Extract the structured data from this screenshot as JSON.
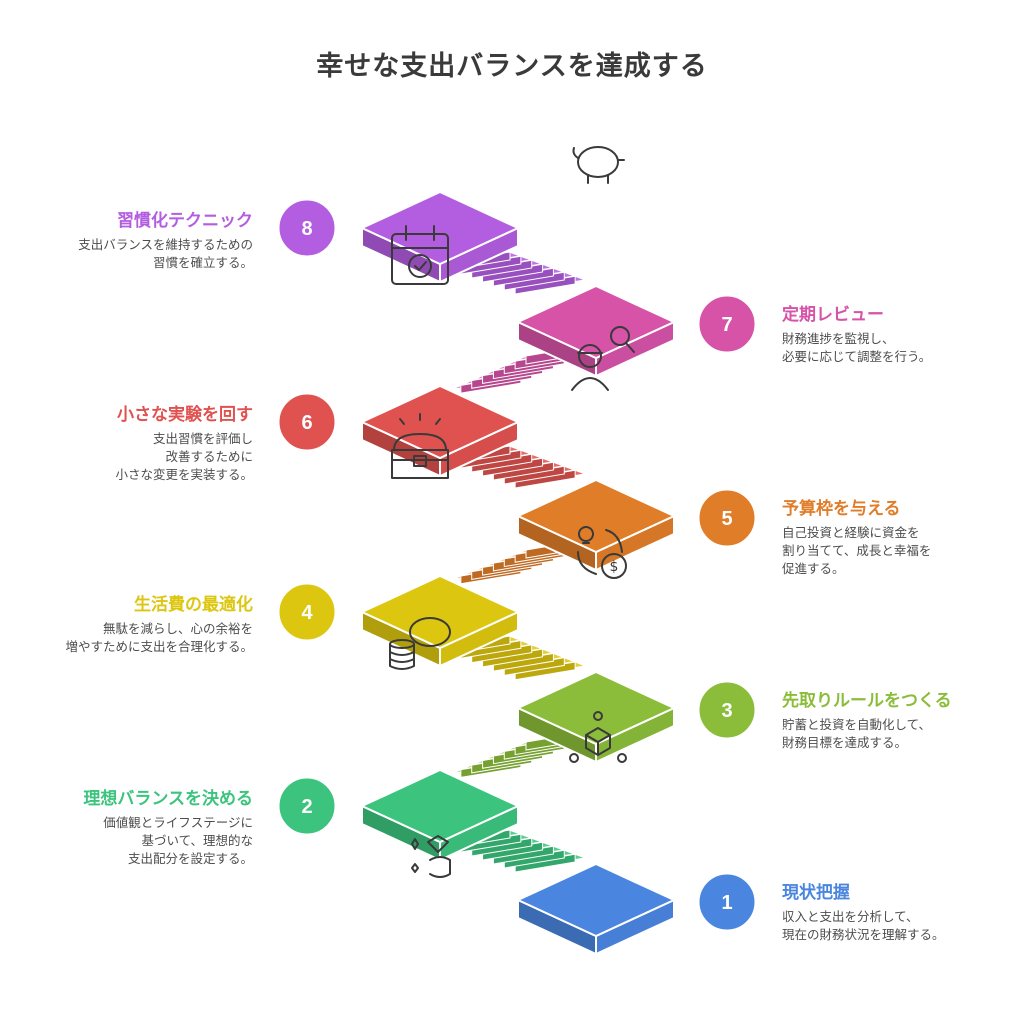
{
  "title": "幸せな支出バランスを達成する",
  "steps": [
    {
      "number": "1",
      "title": "現状把握",
      "desc": "収入と支出を分析して、\n現在の財務状況を理解する。",
      "color": "#4a86e0",
      "side": "right",
      "icon": "diamond-hand-icon"
    },
    {
      "number": "2",
      "title": "理想バランスを決める",
      "desc": "価値観とライフステージに\n基づいて、理想的な\n支出配分を設定する。",
      "color": "#3cc47e",
      "side": "left",
      "icon": "network-cube-icon"
    },
    {
      "number": "3",
      "title": "先取りルールをつくる",
      "desc": "貯蓄と投資を自動化して、\n財務目標を達成する。",
      "color": "#8bbd3a",
      "side": "right",
      "icon": "piggy-coins-icon"
    },
    {
      "number": "4",
      "title": "生活費の最適化",
      "desc": "無駄を減らし、心の余裕を\n増やすために支出を合理化する。",
      "color": "#ddc60f",
      "side": "left",
      "icon": "idea-money-cycle-icon"
    },
    {
      "number": "5",
      "title": "予算枠を与える",
      "desc": "自己投資と経験に資金を\n割り当てて、成長と幸福を\n促進する。",
      "color": "#e07d28",
      "side": "right",
      "icon": "treasure-chest-icon"
    },
    {
      "number": "6",
      "title": "小さな実験を回す",
      "desc": "支出習慣を評価し\n改善するために\n小さな変更を実装する。",
      "color": "#e0524f",
      "side": "left",
      "icon": "researcher-magnifier-icon"
    },
    {
      "number": "7",
      "title": "定期レビュー",
      "desc": "財務進捗を監視し、\n必要に応じて調整を行う。",
      "color": "#d653a8",
      "side": "right",
      "icon": "calendar-check-icon"
    },
    {
      "number": "8",
      "title": "習慣化テクニック",
      "desc": "支出バランスを維持するための\n習慣を確立する。",
      "color": "#b35ee0",
      "side": "left",
      "icon": "piggy-bank-icon"
    }
  ]
}
